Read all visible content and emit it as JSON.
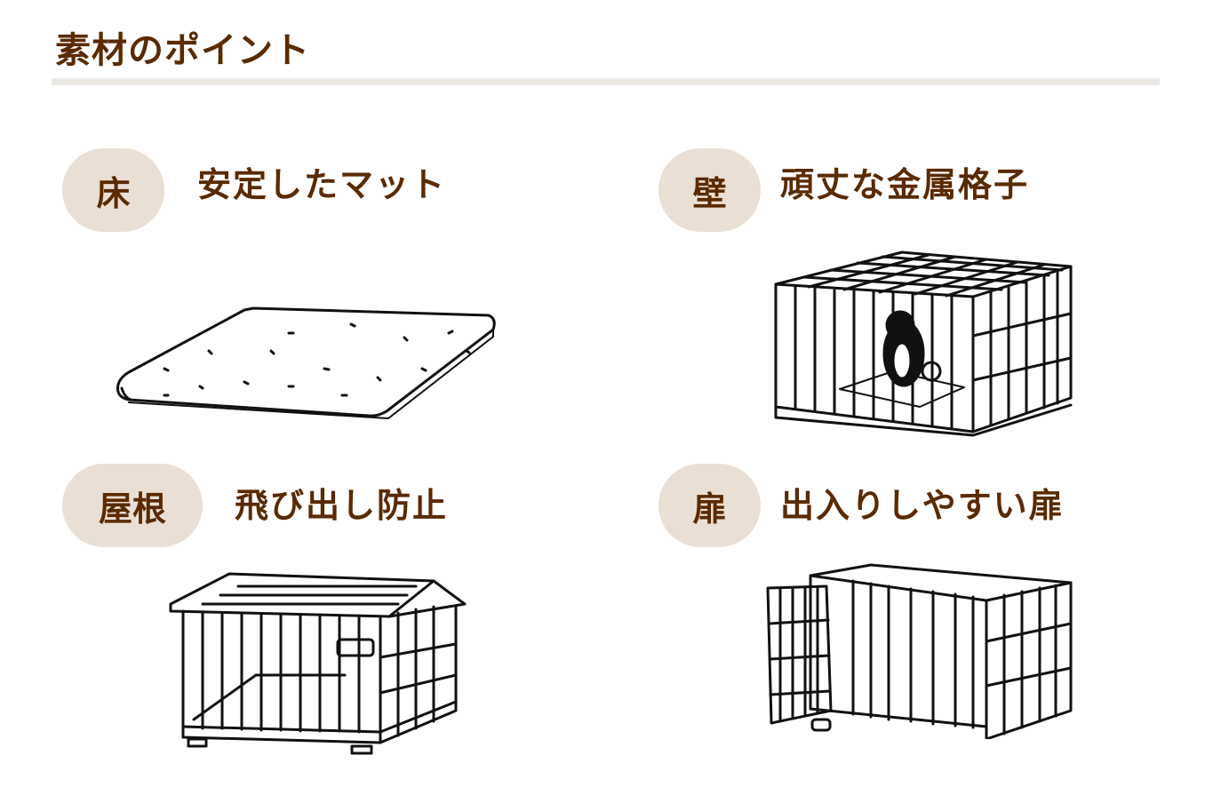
{
  "section_title": "素材のポイント",
  "points": [
    {
      "tag": "床",
      "label": "安定したマット",
      "icon": "mat-illustration"
    },
    {
      "tag": "壁",
      "label": "頑丈な金属格子",
      "icon": "cage-with-dog-illustration"
    },
    {
      "tag": "屋根",
      "label": "飛び出し防止",
      "icon": "roofed-cage-illustration"
    },
    {
      "tag": "扉",
      "label": "出入りしやすい扉",
      "icon": "open-door-cage-illustration"
    }
  ],
  "colors": {
    "text": "#5a2a00",
    "pill": "#eadfd4",
    "rule": "#ece8e4"
  }
}
